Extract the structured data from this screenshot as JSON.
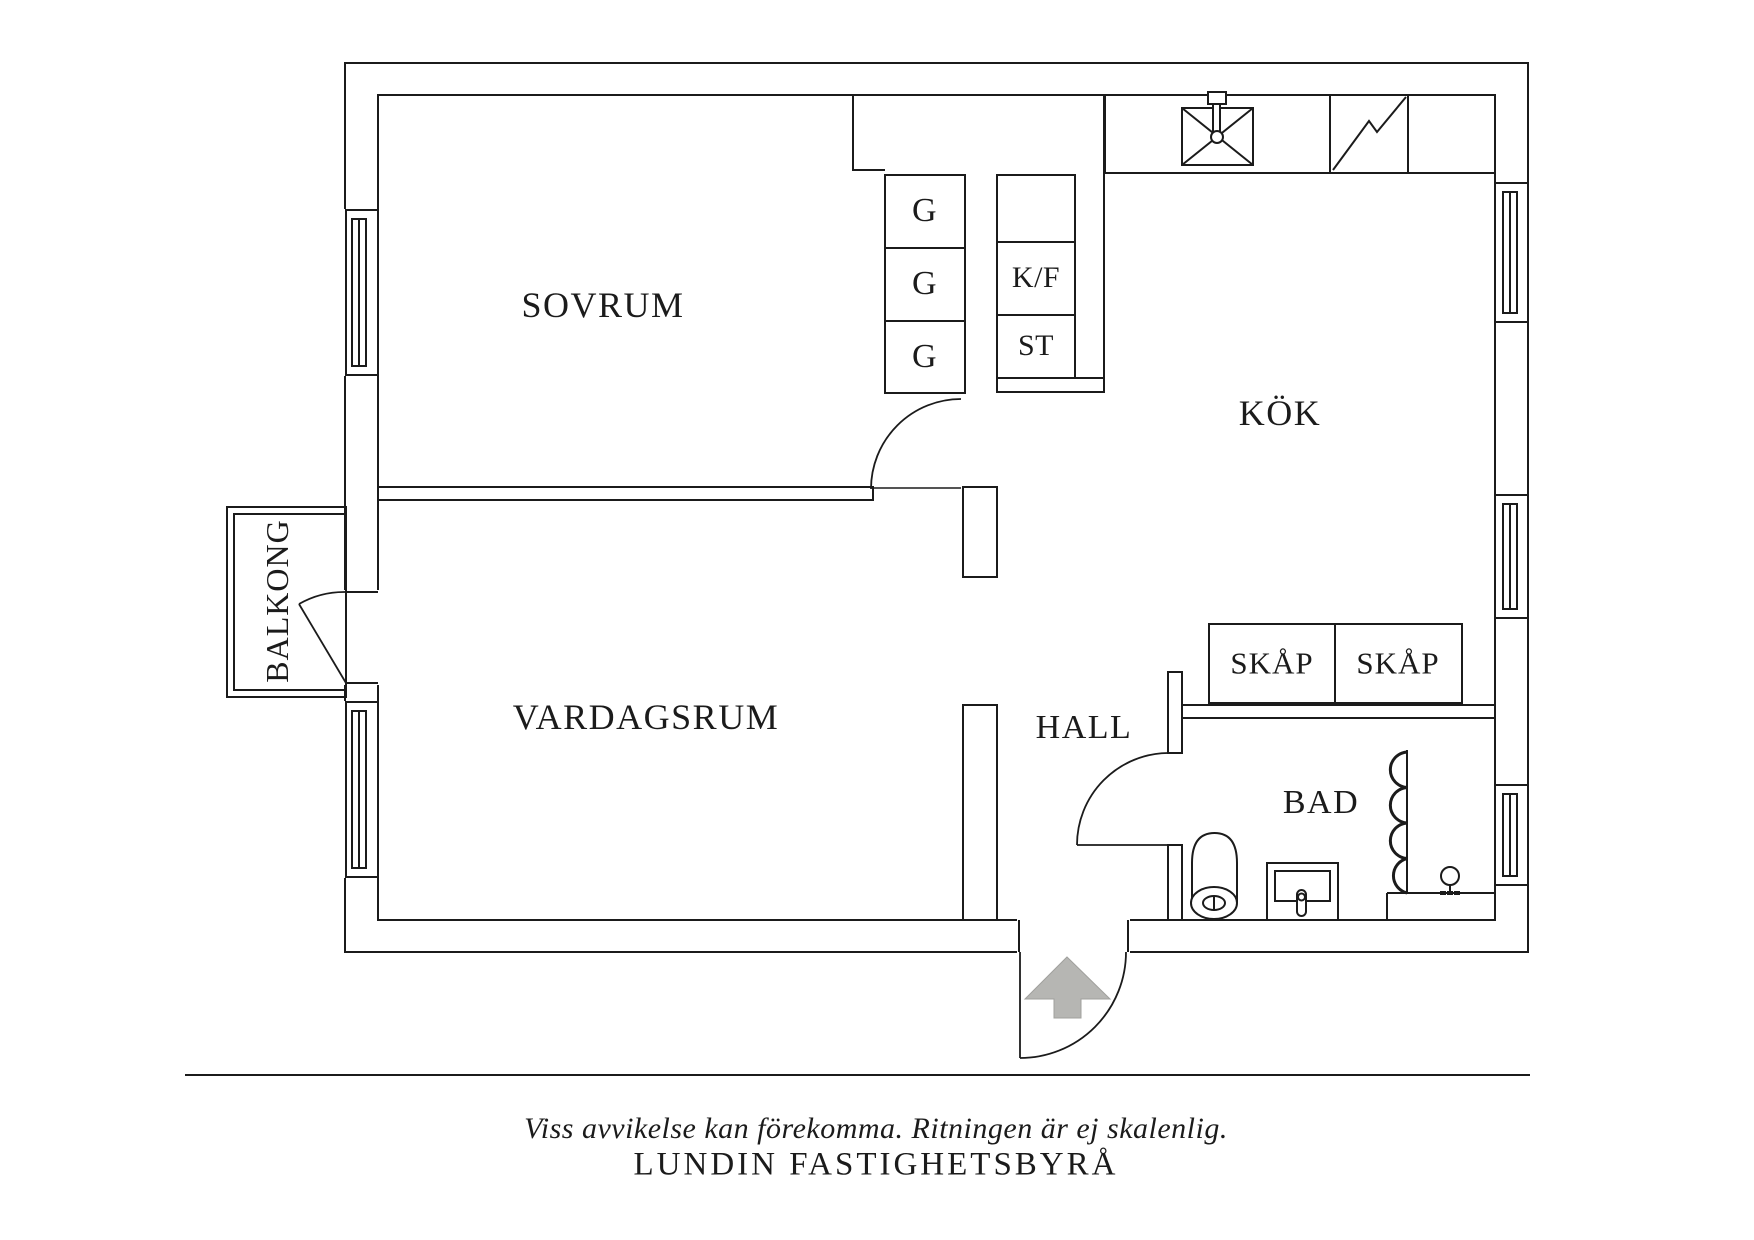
{
  "rooms": {
    "sovrum": "SOVRUM",
    "vardagsrum": "VARDAGSRUM",
    "kok": "KÖK",
    "hall": "HALL",
    "bad": "BAD",
    "balkong": "BALKONG"
  },
  "closets": {
    "g1": "G",
    "g2": "G",
    "g3": "G",
    "kf": "K/F",
    "st": "ST",
    "skap1": "SKÅP",
    "skap2": "SKÅP"
  },
  "footer": {
    "disclaimer": "Viss avvikelse kan förekomma. Ritningen är ej skalenlig.",
    "agency": "LUNDIN FASTIGHETSBYRÅ"
  },
  "colors": {
    "line": "#1b1b1b",
    "arrow_fill": "#b6b6b3",
    "arrow_edge": "#a0a09d",
    "background": "#ffffff"
  },
  "icons": {
    "kitchen_sink": "kitchen-sink-icon",
    "stove": "stove-icon",
    "toilet": "toilet-icon",
    "bath_sink": "bath-sink-icon",
    "shower_curtain": "shower-curtain-icon",
    "shower_mixer": "shower-mixer-icon",
    "entrance_arrow": "entrance-arrow-icon"
  }
}
